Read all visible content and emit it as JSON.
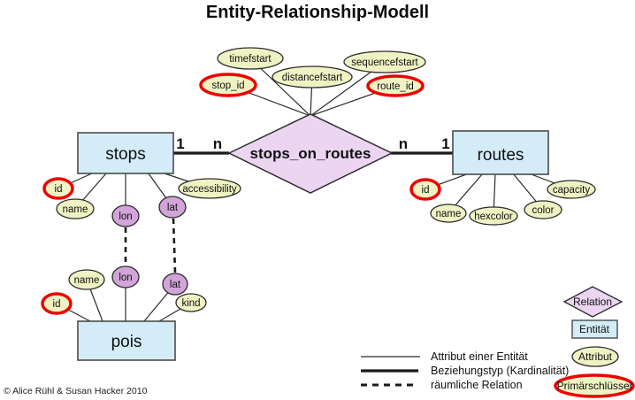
{
  "title": "Entity-Relationship-Modell",
  "copyright": "© Alice Rühl & Susan Hacker 2010",
  "colors": {
    "entity_fill": "#d3ecf7",
    "attribute_fill": "#eff3c3",
    "relation_fill": "#ebd5f1",
    "spatial_attribute_fill": "#d3a4d9",
    "primary_key_ring": "#ee0000",
    "line": "#2b2b2b"
  },
  "relation": {
    "name": "stops_on_routes",
    "attributes": [
      {
        "label": "timefstart",
        "primary_key": false
      },
      {
        "label": "distancefstart",
        "primary_key": false
      },
      {
        "label": "sequencefstart",
        "primary_key": false
      },
      {
        "label": "stop_id",
        "primary_key": true
      },
      {
        "label": "route_id",
        "primary_key": true
      }
    ]
  },
  "cardinalities": {
    "stops_entity": "1",
    "stops_relation": "n",
    "routes_relation": "n",
    "routes_entity": "1"
  },
  "entities": [
    {
      "name": "stops",
      "attributes": [
        {
          "label": "id",
          "primary_key": true
        },
        {
          "label": "name",
          "primary_key": false
        },
        {
          "label": "lon",
          "spatial": true
        },
        {
          "label": "lat",
          "spatial": true
        },
        {
          "label": "accessibility",
          "primary_key": false
        }
      ]
    },
    {
      "name": "routes",
      "attributes": [
        {
          "label": "id",
          "primary_key": true
        },
        {
          "label": "name",
          "primary_key": false
        },
        {
          "label": "hexcolor",
          "primary_key": false
        },
        {
          "label": "color",
          "primary_key": false
        },
        {
          "label": "capacity",
          "primary_key": false
        }
      ]
    },
    {
      "name": "pois",
      "attributes": [
        {
          "label": "id",
          "primary_key": true
        },
        {
          "label": "name",
          "primary_key": false
        },
        {
          "label": "lon",
          "spatial": true
        },
        {
          "label": "lat",
          "spatial": true
        },
        {
          "label": "kind",
          "primary_key": false
        }
      ]
    }
  ],
  "legend": {
    "line_items": [
      {
        "style": "thin",
        "label": "Attribut einer Entität"
      },
      {
        "style": "thick",
        "label": "Beziehungstyp (Kardinalität)"
      },
      {
        "style": "dashed",
        "label": "räumliche Relation"
      }
    ],
    "shape_items": [
      {
        "shape": "diamond",
        "label": "Relation"
      },
      {
        "shape": "rectangle",
        "label": "Entität"
      },
      {
        "shape": "ellipse",
        "label": "Attribut"
      },
      {
        "shape": "ellipse-red-ring",
        "label": "Primärschlüssel"
      }
    ]
  }
}
